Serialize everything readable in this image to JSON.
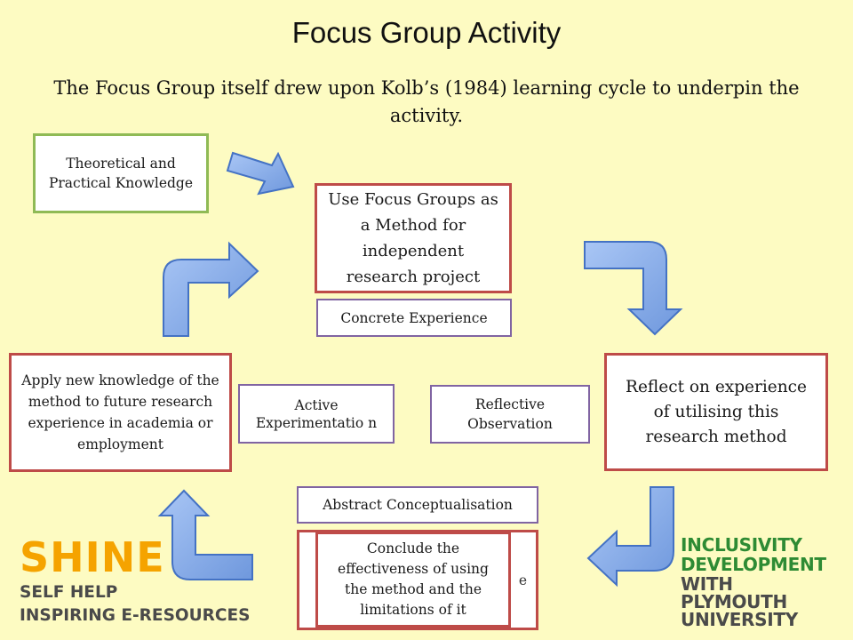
{
  "title": "Focus Group Activity",
  "subtitle": "The Focus Group itself drew upon Kolb’s (1984) learning cycle to underpin the activity.",
  "boxes": {
    "theory": "Theoretical and Practical Knowledge",
    "use_focus_groups": "Use Focus Groups as a Method for independent research project",
    "concrete_experience": "Concrete Experience",
    "reflect": "Reflect on experience of utilising this research method",
    "reflective_observation": "Reflective Observation",
    "active_experimentation": "Active Experimentatio n",
    "apply": "Apply new knowledge of the method to future research experience in academia or employment",
    "abstract_conceptualisation": "Abstract Conceptualisation",
    "back_box_fragment": "e",
    "conclude": "Conclude the effectiveness of using the method and the limitations of it"
  },
  "logos": {
    "shine": {
      "title": "SHINE",
      "line1": "SELF HELP",
      "line2": "INSPIRING E-RESOURCES",
      "title_color": "#f5a300",
      "text_color": "#4a4a4a"
    },
    "plymouth": {
      "line1": "INCLUSIVITY",
      "line2": "DEVELOPMENT",
      "line3": "WITH",
      "line4": "PLYMOUTH",
      "line5": "UNIVERSITY",
      "accent_color": "#2e8b34",
      "text_color": "#4a4a4a"
    }
  },
  "colors": {
    "background": "#fdfbc2",
    "arrow_fill": "#7ea7e8",
    "arrow_stroke": "#4472c4",
    "green_border": "#8fba55",
    "red_border": "#be4b48",
    "purple_border": "#8064a2"
  }
}
